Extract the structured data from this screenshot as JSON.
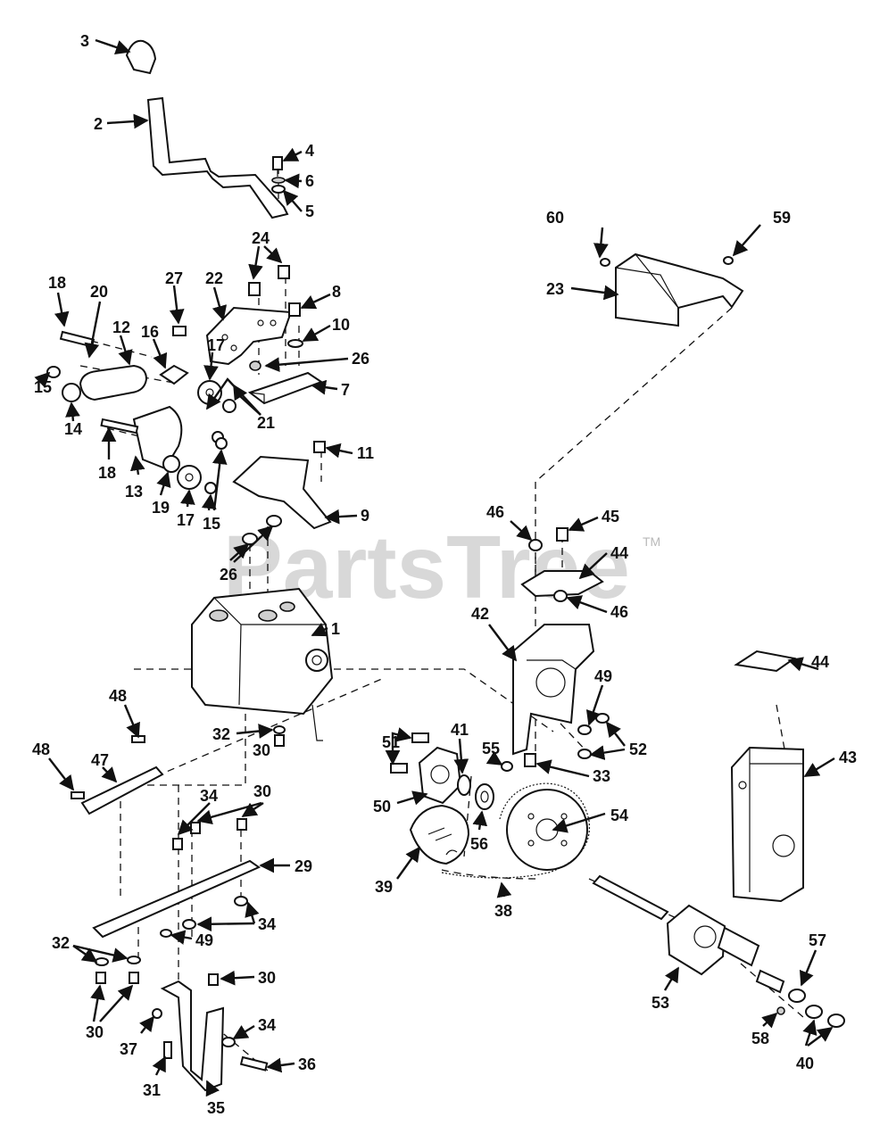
{
  "watermark": {
    "text": "PartsTree",
    "tm": "TM"
  },
  "callouts": [
    "1",
    "2",
    "3",
    "4",
    "5",
    "6",
    "7",
    "8",
    "9",
    "10",
    "11",
    "12",
    "13",
    "14",
    "15",
    "16",
    "17",
    "18",
    "19",
    "20",
    "21",
    "22",
    "23",
    "24",
    "26",
    "27",
    "29",
    "30",
    "31",
    "32",
    "33",
    "34",
    "35",
    "36",
    "37",
    "38",
    "39",
    "40",
    "41",
    "42",
    "43",
    "44",
    "45",
    "46",
    "47",
    "48",
    "49",
    "50",
    "51",
    "52",
    "53",
    "54",
    "55",
    "56",
    "57",
    "58",
    "59",
    "60"
  ]
}
